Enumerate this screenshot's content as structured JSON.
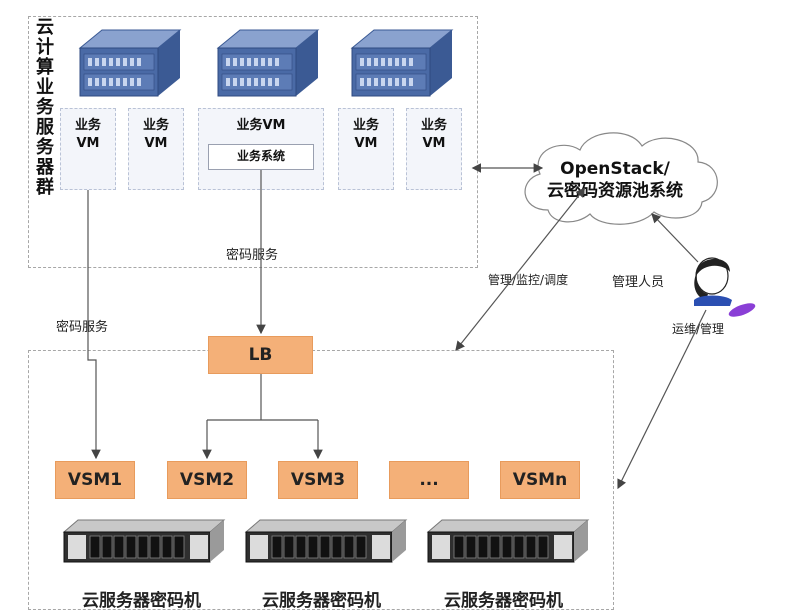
{
  "top_group": {
    "title_chars": [
      "云",
      "计",
      "算",
      "业",
      "务",
      "服",
      "务",
      "器",
      "群"
    ],
    "vms": [
      {
        "line1": "业务",
        "line2": "VM"
      },
      {
        "line1": "业务",
        "line2": "VM"
      },
      {
        "line1": "业务",
        "line2": "VM"
      },
      {
        "line1": "业务",
        "line2": "VM"
      }
    ],
    "center_vm": {
      "label": "业务VM",
      "system_label": "业务系统"
    }
  },
  "cloud": {
    "line1": "OpenStack/",
    "line2": "云密码资源池系统"
  },
  "labels": {
    "crypto_service_center": "密码服务",
    "crypto_service_left": "密码服务",
    "manage_monitor": "管理/监控/调度",
    "admin": "管理人员",
    "ops_manage": "运维/管理"
  },
  "lb": {
    "label": "LB"
  },
  "vsm_boxes": [
    "VSM1",
    "VSM2",
    "VSM3",
    "...",
    "VSMn"
  ],
  "crypto_machines": [
    {
      "label": "云服务器密码机"
    },
    {
      "label": "云服务器密码机"
    },
    {
      "label": "云服务器密码机"
    }
  ],
  "colors": {
    "orange_box": "#f4b078",
    "vm_fill": "#f3f5fa",
    "server_blue": "#4a6aa6",
    "arrow": "#555555"
  }
}
